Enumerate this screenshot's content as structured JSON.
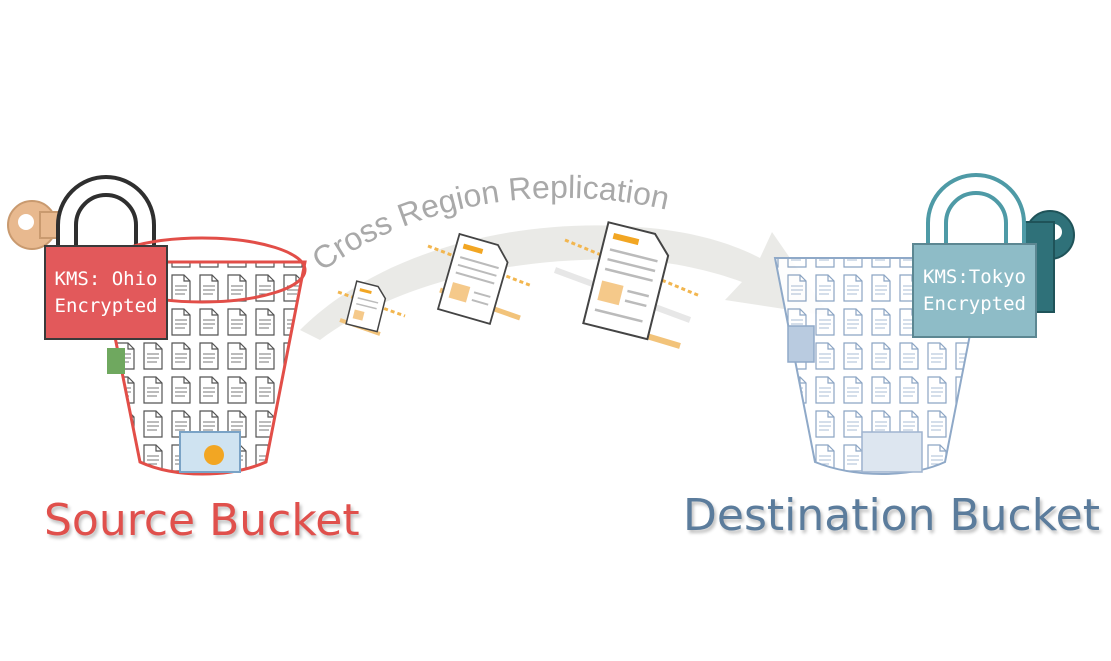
{
  "diagram": {
    "replication_label": "Cross Region Replication",
    "source": {
      "caption": "Source Bucket",
      "lock_line1": "KMS: Ohio",
      "lock_line2": "Encrypted",
      "color": "#e0504c"
    },
    "destination": {
      "caption": "Destination Bucket",
      "lock_line1": "KMS:Tokyo",
      "lock_line2": "Encrypted",
      "color": "#5b7c9c"
    },
    "icons": [
      "key-icon",
      "padlock-icon",
      "bucket-icon",
      "document-icon",
      "arrow-icon"
    ]
  }
}
